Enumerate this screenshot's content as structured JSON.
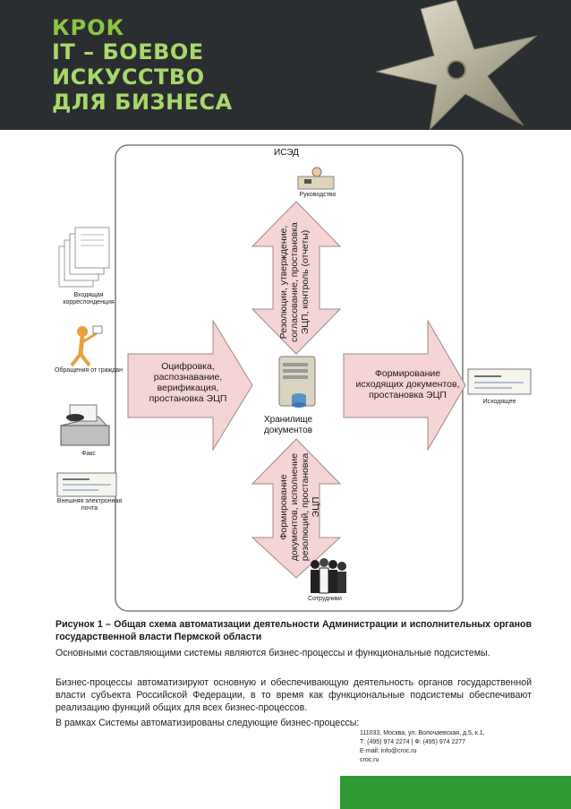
{
  "header": {
    "brand": "КРОК",
    "tagline": [
      "IT – БОЕВОЕ",
      "ИСКУССТВО",
      "ДЛЯ БИЗНЕСА"
    ]
  },
  "diagram": {
    "title": "ИСЭД",
    "inputs": [
      {
        "icon": "documents-icon",
        "label": "Входящая корреспонденция"
      },
      {
        "icon": "citizen-icon",
        "label": "Обращения от граждан"
      },
      {
        "icon": "fax-icon",
        "label": "Факс"
      },
      {
        "icon": "email-icon",
        "label": "Внешняя электронная почта"
      }
    ],
    "top_node": "Руководство",
    "bottom_node": "Сотрудники",
    "output": "Исходящее",
    "left_arrow": "Оцифровка, распознавание, верификация, простановка ЭЦП",
    "right_arrow": "Формирование исходящих документов, простановка ЭЦП",
    "top_arrow": "Резолюции, утверждение, согласование, простановка ЭЦП, контроль (отчеты)",
    "bottom_arrow": "Формирование документов, исполнение резолюций, простановка ЭЦП",
    "center": "Хранилище документов"
  },
  "caption": "Рисунок 1 – Общая схема автоматизации деятельности Администрации и исполнительных органов государственной власти Пермской области",
  "paragraphs": [
    "Основными составляющими системы являются бизнес-процессы и функциональные подсистемы.",
    "Бизнес-процессы автоматизируют основную и обеспечивающую деятельность органов государственной власти субъекта Российской Федерации, в то время как функциональные подсистемы обеспечивают реализацию функций общих для всех бизнес-процессов.",
    "В рамках Системы автоматизированы следующие бизнес-процессы:"
  ],
  "footer": {
    "address": "111033, Москва, ул. Волочаевская, д.5, к.1,",
    "phone": "Т: (495) 974 2274 | Ф: (495) 974 2277",
    "email": "E-mail: info@croc.ru",
    "site": "croc.ru"
  },
  "colors": {
    "brand_green": "#8cc63f",
    "header_bg": "#2b2e30",
    "arrow_fill": "#f4d4d4",
    "footer_bar": "#2e9b34"
  }
}
